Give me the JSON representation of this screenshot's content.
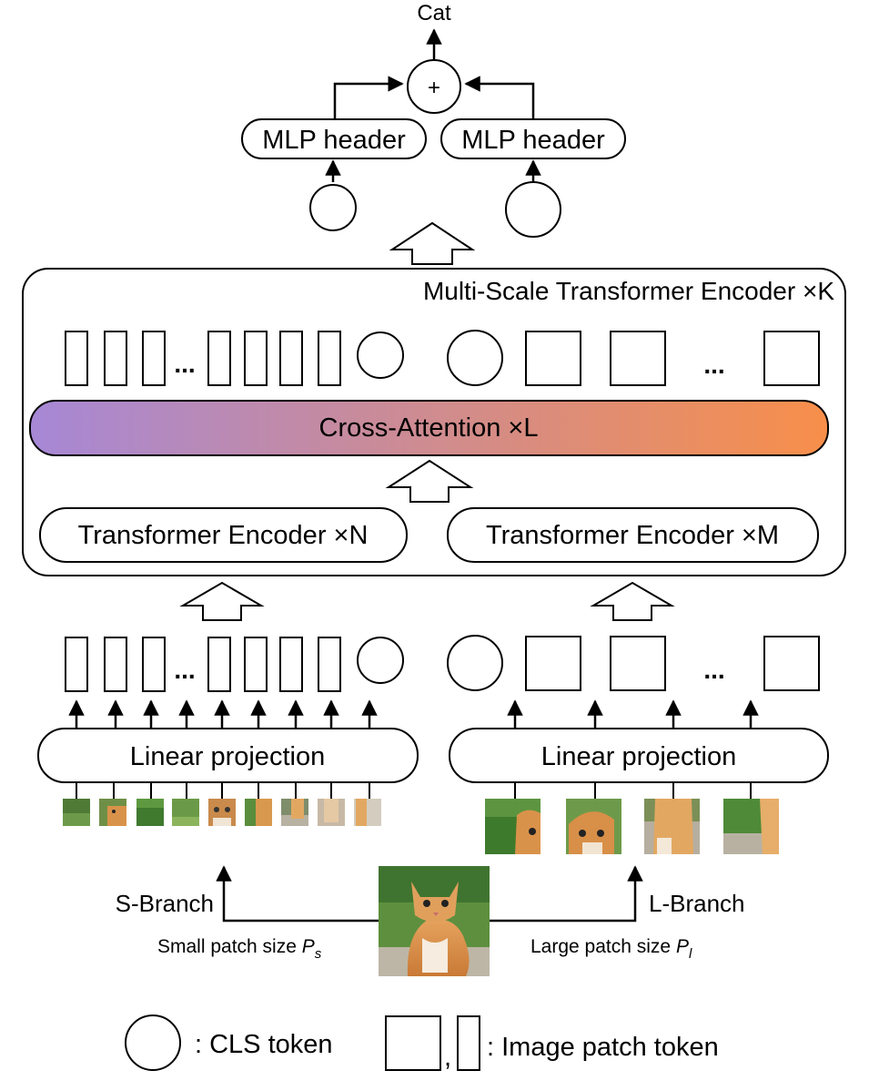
{
  "output_label": "Cat",
  "sum_symbol": "+",
  "mlp_left_label": "MLP header",
  "mlp_right_label": "MLP header",
  "encoder_title": "Multi-Scale Transformer Encoder ×K",
  "cross_attention_label": "Cross-Attention ×L",
  "transformer_left_label": "Transformer Encoder ×N",
  "transformer_right_label": "Transformer Encoder ×M",
  "ellipsis": "...",
  "linear_left_label": "Linear projection",
  "linear_right_label": "Linear projection",
  "s_branch_label": "S-Branch",
  "l_branch_label": "L-Branch",
  "small_patch_text": "Small patch size ",
  "small_patch_symbol": "P",
  "small_patch_sub": "s",
  "large_patch_text": "Large patch size ",
  "large_patch_symbol": "P",
  "large_patch_sub": "l",
  "legend_cls_label": ": CLS token",
  "legend_comma": ",",
  "legend_patch_label": ": Image patch token",
  "colors": {
    "gradient_start": "#a688d6",
    "gradient_end": "#f88f4a",
    "stroke": "#000000"
  }
}
